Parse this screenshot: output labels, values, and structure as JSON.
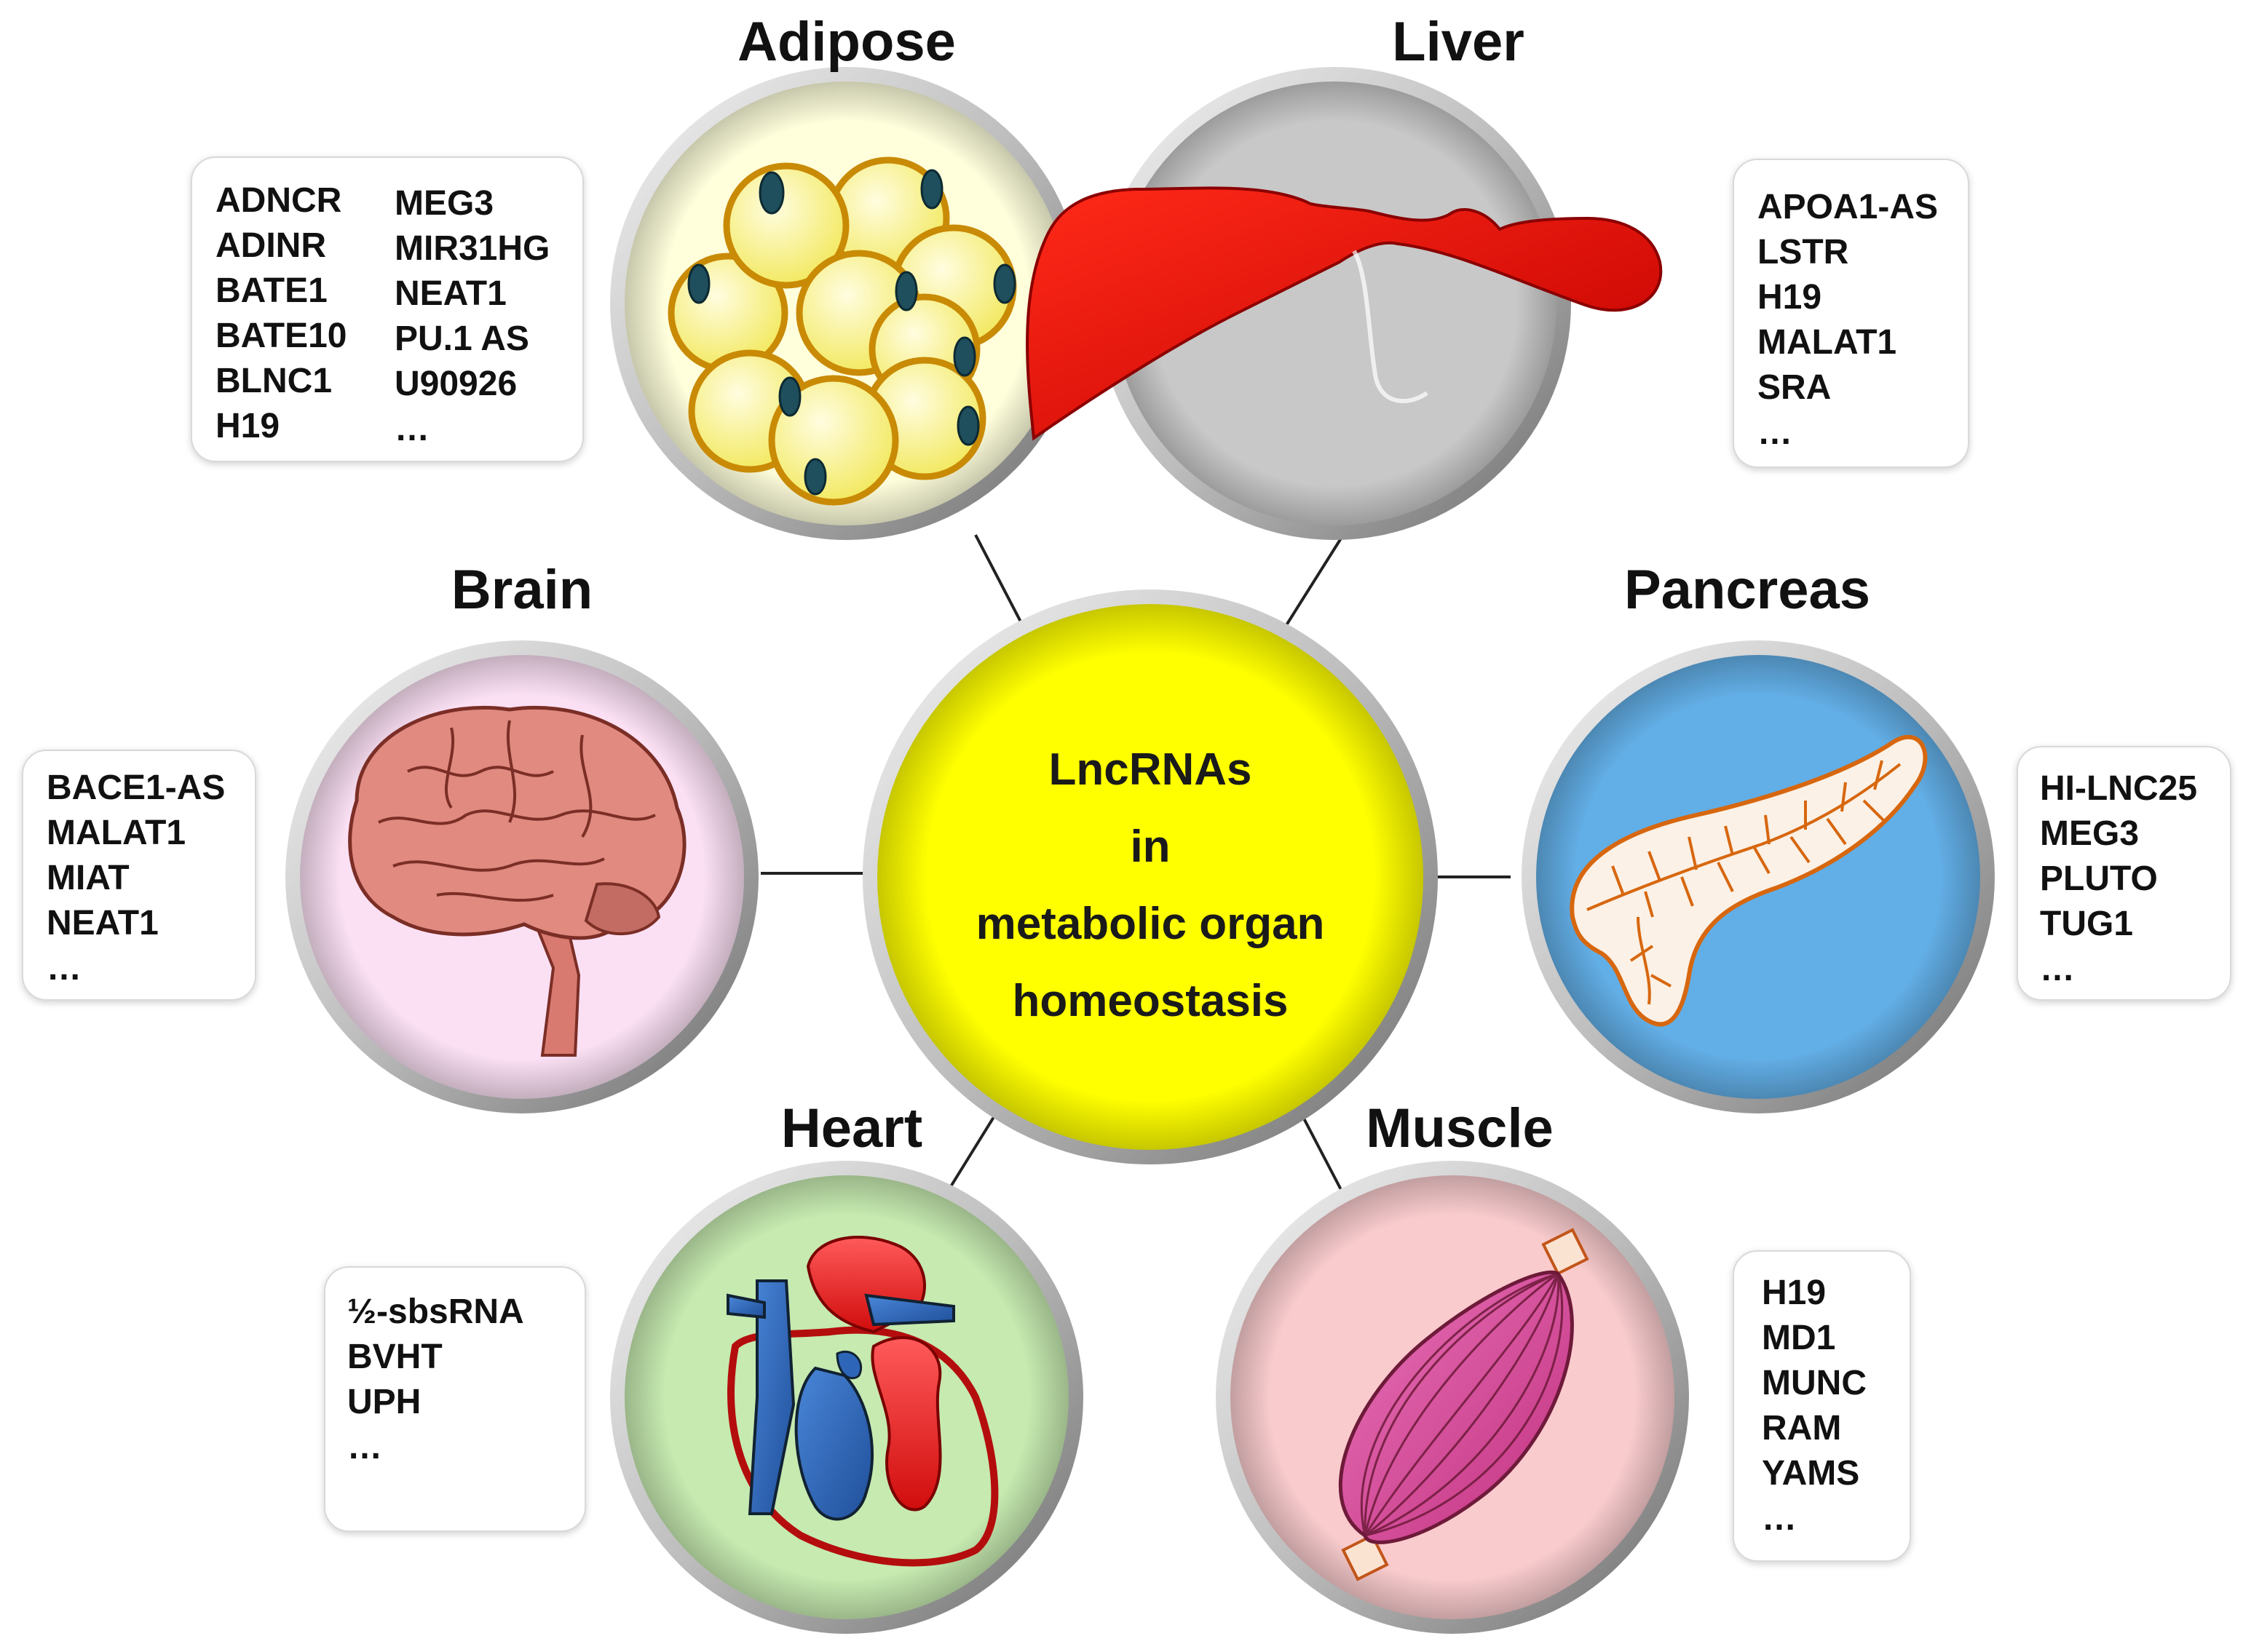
{
  "center": {
    "lines": [
      "LncRNAs",
      "in",
      "metabolic organ",
      "homeostasis"
    ],
    "fill": "#ffff00"
  },
  "organs": {
    "adipose": {
      "title": "Adipose",
      "fill": "#ffffdc",
      "genes_col1": [
        "ADNCR",
        "ADINR",
        "BATE1",
        "BATE10",
        "BLNC1",
        "H19"
      ],
      "genes_col2": [
        "MEG3",
        "MIR31HG",
        "NEAT1",
        "PU.1 AS",
        "U90926",
        "…"
      ]
    },
    "liver": {
      "title": "Liver",
      "fill": "#c8c8c8",
      "genes": [
        "APOA1-AS",
        "LSTR",
        "H19",
        "MALAT1",
        "SRA",
        "…"
      ]
    },
    "brain": {
      "title": "Brain",
      "fill": "#fbe0f4",
      "genes": [
        "BACE1-AS",
        "MALAT1",
        "MIAT",
        "NEAT1",
        "…"
      ]
    },
    "pancreas": {
      "title": "Pancreas",
      "fill": "#62aee6",
      "genes": [
        "HI-LNC25",
        "MEG3",
        "PLUTO",
        "TUG1",
        "…"
      ]
    },
    "heart": {
      "title": "Heart",
      "fill": "#c6eab0",
      "genes": [
        "½-sbsRNA",
        "BVHT",
        "UPH",
        "…"
      ]
    },
    "muscle": {
      "title": "Muscle",
      "fill": "#f9cbcd",
      "genes": [
        "H19",
        "MD1",
        "MUNC",
        "RAM",
        "YAMS",
        "…"
      ]
    }
  }
}
